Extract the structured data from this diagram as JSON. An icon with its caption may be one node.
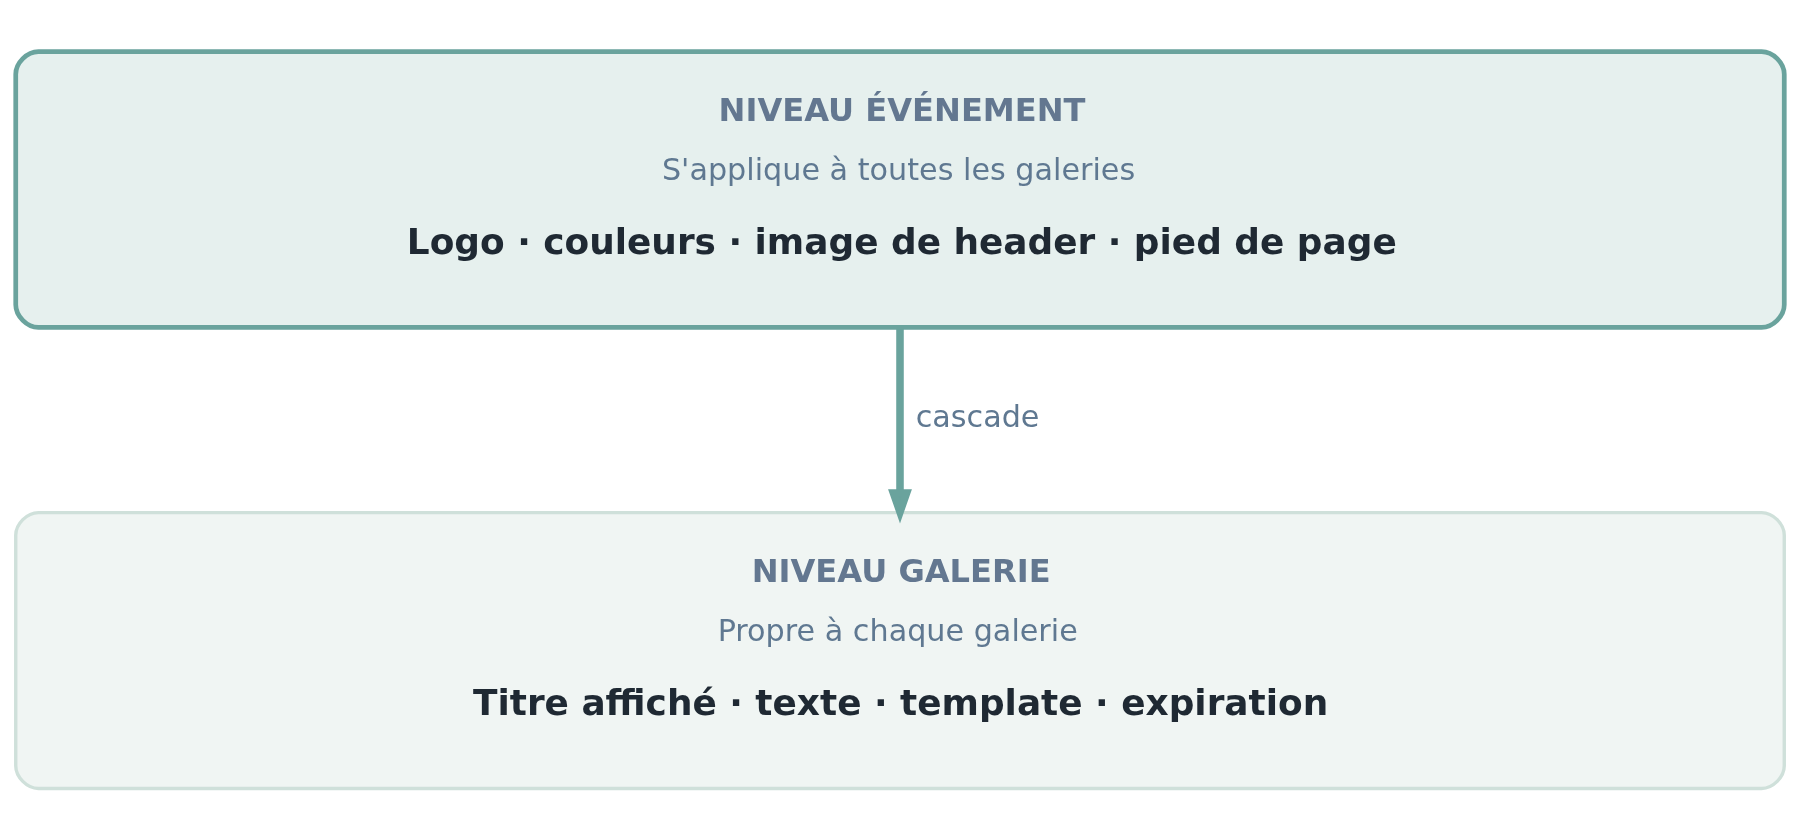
{
  "diagram": {
    "nodes": [
      {
        "text": [
          "NIVEAU ÉVÉNEMENT",
          "S'applique à toutes les galeries",
          "Logo · couleurs · image de header · pied de page"
        ]
      },
      {
        "text": [
          "NIVEAU GALERIE",
          "Propre à chaque galerie",
          "Titre affiché · texte · template · expiration"
        ]
      }
    ],
    "edges": [
      {
        "from": 0,
        "to": 1,
        "arrow": "to",
        "label": "cascade"
      }
    ]
  }
}
